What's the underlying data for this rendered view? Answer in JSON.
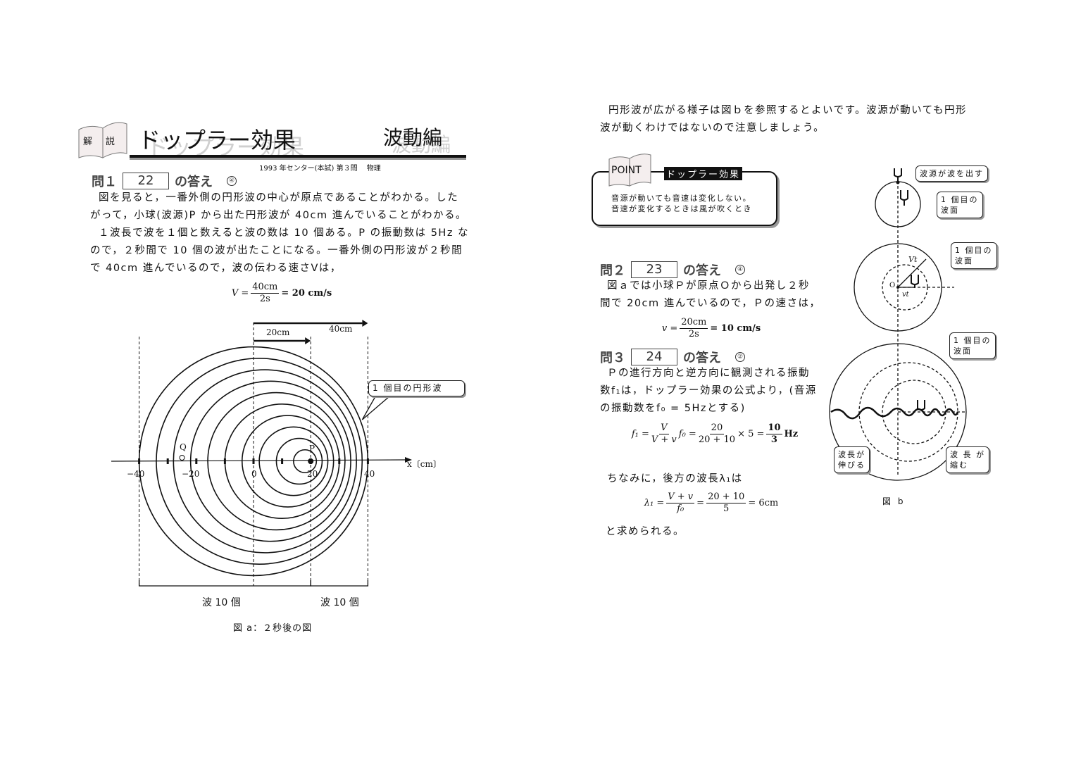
{
  "header": {
    "badge_left": "解",
    "badge_right": "説",
    "title": "ドップラー効果",
    "category": "波動編",
    "source": "1993 年センター(本試) 第３問　 物理"
  },
  "q1": {
    "label": "問１",
    "box": "22",
    "suffix": "の答え",
    "answer": "④",
    "para": [
      "図を見ると，一番外側の円形波の中心が原点であることがわかる。した",
      "がって，小球(波源)P から出た円形波が 40cm 進んでいることがわかる。",
      "１波長で波を１個と数えると波の数は 10 個ある。P の振動数は 5Hz な",
      "ので，２秒間で 10 個の波が出たことになる。一番外側の円形波が２秒間",
      "で 40cm 進んでいるので，波の伝わる速さVは，"
    ],
    "formula": {
      "lhs": "V =",
      "num": "40cm",
      "den": "2s",
      "rhs": "= 20 cm/s"
    }
  },
  "fig_a": {
    "arrow_40": "40cm",
    "arrow_20": "20cm",
    "callout": "1 個目の円形波",
    "axis_label": "x〔cm〕",
    "ticks": [
      "−40",
      "−20",
      "0",
      "20",
      "40"
    ],
    "point_q": "Q",
    "point_p": "P",
    "brace_left": "波 10 個",
    "brace_right": "波 10 個",
    "caption": "図 a：２秒後の図",
    "wave_speed_cm_s": 20,
    "source_speed_cm_s": 10,
    "time_s": 2,
    "frequency_hz": 5,
    "wave_count": 10,
    "q_position_cm": -25
  },
  "intro_right": [
    "円形波が広がる様子は図ｂを参照するとよいです。波源が動いても円形",
    "波が動くわけではないので注意しましょう。"
  ],
  "point": {
    "label": "POINT",
    "title": "ドップラー効果",
    "lines": [
      "音源が動いても音速は変化しない。",
      "音速が変化するときは風が吹くとき"
    ]
  },
  "q2": {
    "label": "問２",
    "box": "23",
    "suffix": "の答え",
    "answer": "④",
    "para": [
      "図ａでは小球Ｐが原点Ｏから出発し２秒",
      "間で 20cm 進んでいるので，Ｐの速さは，"
    ],
    "formula": {
      "lhs": "v =",
      "num": "20cm",
      "den": "2s",
      "rhs": "= 10 cm/s"
    }
  },
  "q3": {
    "label": "問３",
    "box": "24",
    "suffix": "の答え",
    "answer": "②",
    "para": [
      "Ｐの進行方向と逆方向に観測される振動",
      "数f₁は，ドップラー効果の公式より，(音源",
      "の振動数をf₀ = 5Hzとする)"
    ],
    "formula": {
      "lhs": "f₁ =",
      "n1": "V",
      "d1": "V + v",
      "mid": "f₀ =",
      "n2": "20",
      "d2": "20 + 10",
      "mid2": "× 5 =",
      "n3": "10",
      "d3": "3",
      "unit": "Hz"
    },
    "note": "ちなみに，後方の波長λ₁は",
    "formula2": {
      "lhs": "λ₁ =",
      "n1": "V + v",
      "d1": "f₀",
      "mid": "=",
      "n2": "20 + 10",
      "d2": "5",
      "rhs": "= 6cm"
    },
    "end": "と求められる。"
  },
  "fig_b": {
    "callout_source": "波源が波を出す",
    "callout_front1": "1 個目の\n波面",
    "callout_front2": "1 個目の\n波面",
    "callout_front3": "1 個目の\n波面",
    "label_o": "O",
    "label_Vt": "Vt",
    "label_vt": "vt",
    "callout_stretch": "波長が\n伸びる",
    "callout_shrink": "波 長 が\n縮む",
    "caption": "図 b"
  }
}
